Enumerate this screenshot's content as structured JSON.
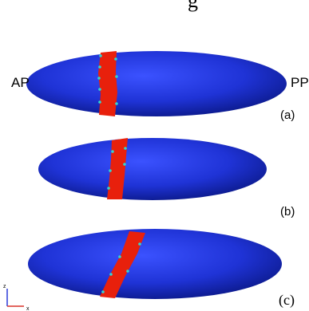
{
  "caption_fragment": "g",
  "poles": {
    "anterior": "AP",
    "posterior": "PP"
  },
  "panels": [
    {
      "label": "(a)"
    },
    {
      "label": "(b)"
    },
    {
      "label": "(c)"
    }
  ],
  "axes_triad": {
    "vertical": "z",
    "horizontal": "x"
  },
  "colors": {
    "embryo_body": "#1f33d6",
    "embryo_shadow": "#0f1fa8",
    "stripe": "#e8200c",
    "stripe_edge_cells": "#2fd6d0",
    "triad_vertical": "#2a3bd8",
    "triad_horizontal": "#d8342a"
  }
}
